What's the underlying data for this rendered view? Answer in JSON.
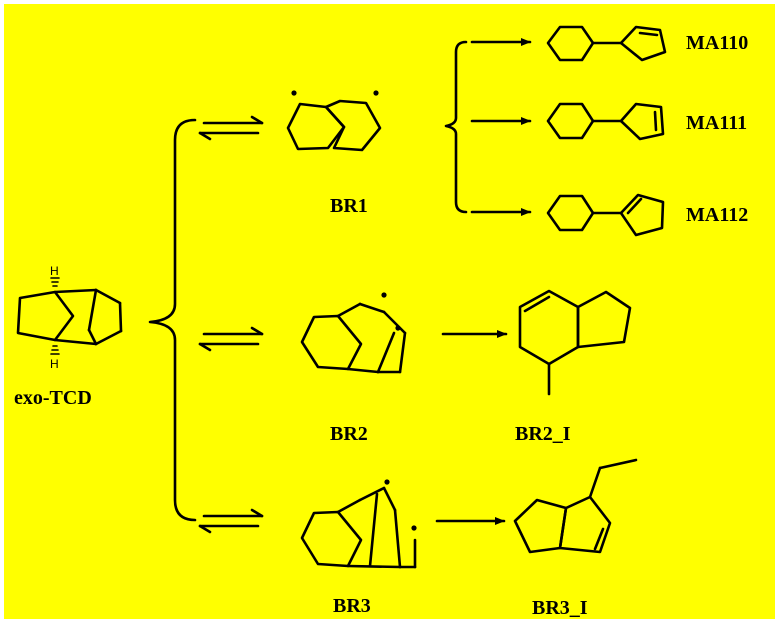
{
  "diagram": {
    "background_color": "#ffff00",
    "labels": {
      "reactant": "exo-TCD",
      "br1": "BR1",
      "br2": "BR2",
      "br3": "BR3",
      "br2_i": "BR2_I",
      "br3_i": "BR3_I",
      "ma110": "MA110",
      "ma111": "MA111",
      "ma112": "MA112",
      "h_top": "H",
      "h_bottom": "H"
    }
  }
}
